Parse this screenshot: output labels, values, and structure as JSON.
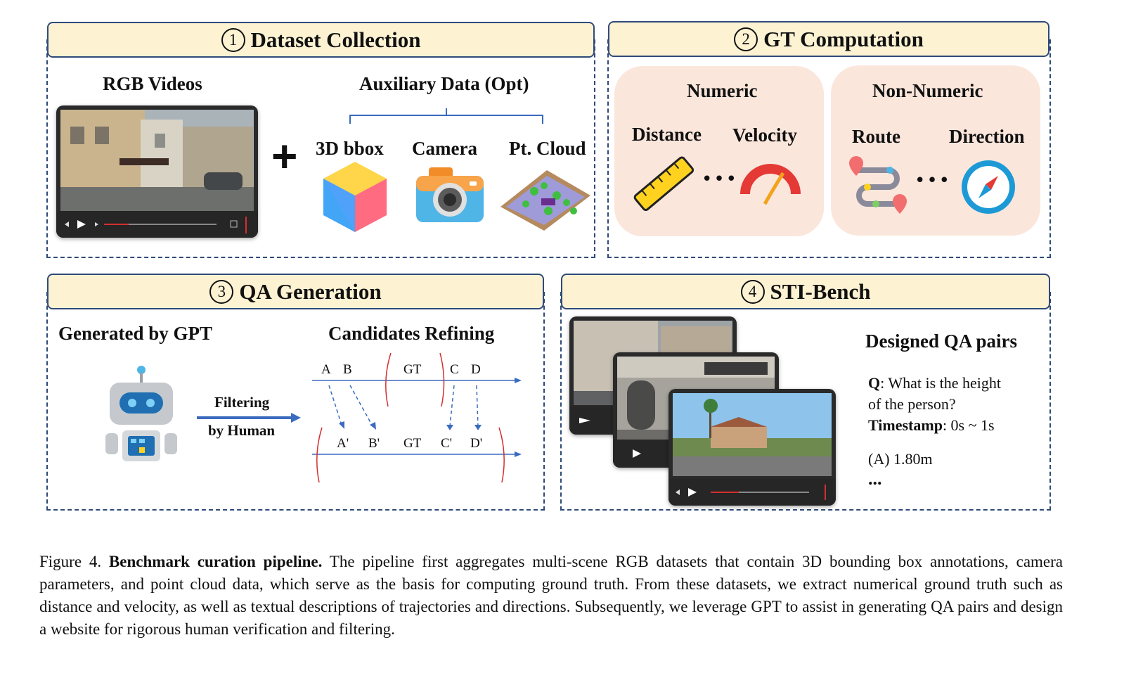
{
  "panels": {
    "p1": {
      "num": "1",
      "title": "Dataset Collection"
    },
    "p2": {
      "num": "2",
      "title": "GT Computation"
    },
    "p3": {
      "num": "3",
      "title": "QA Generation"
    },
    "p4": {
      "num": "4",
      "title": "STI-Bench"
    }
  },
  "dataset": {
    "rgb_label": "RGB Videos",
    "plus": "+",
    "aux_label": "Auxiliary Data (Opt)",
    "items": [
      "3D bbox",
      "Camera",
      "Pt. Cloud"
    ]
  },
  "gt": {
    "numeric": {
      "title": "Numeric",
      "items": [
        "Distance",
        "Velocity"
      ],
      "ellipsis": "•••"
    },
    "non_numeric": {
      "title": "Non-Numeric",
      "items": [
        "Route",
        "Direction"
      ],
      "ellipsis": "•••"
    }
  },
  "qa_gen": {
    "left_label": "Generated by GPT",
    "arrow_line1": "Filtering",
    "arrow_line2": "by Human",
    "right_label": "Candidates Refining",
    "top_row": [
      "A",
      "B",
      "GT",
      "C",
      "D"
    ],
    "bottom_row": [
      "A'",
      "B'",
      "GT",
      "C'",
      "D'"
    ]
  },
  "sti": {
    "title": "Designed QA pairs",
    "q_label": "Q",
    "q_text": ": What is the height",
    "q_text2": "of the person?",
    "ts_label": "Timestamp",
    "ts_text": ": 0s ~ 1s",
    "option": "(A) 1.80m",
    "more": "..."
  },
  "caption": {
    "prefix": "Figure 4.",
    "bold": "Benchmark curation pipeline.",
    "body": "The pipeline first aggregates multi-scene RGB datasets that contain 3D bounding box annotations, camera parameters, and point cloud data, which serve as the basis for computing ground truth. From these datasets, we extract numerical ground truth such as distance and velocity, as well as textual descriptions of trajectories and directions. Subsequently, we leverage GPT to assist in generating QA pairs and design a website for rigorous human verification and filtering."
  },
  "colors": {
    "header_bg": "#fdf3d3",
    "border": "#2f4a7a",
    "card_bg": "#fbe6dc",
    "accent_red": "#d32f2f",
    "arrow_blue": "#3a6bbf"
  }
}
